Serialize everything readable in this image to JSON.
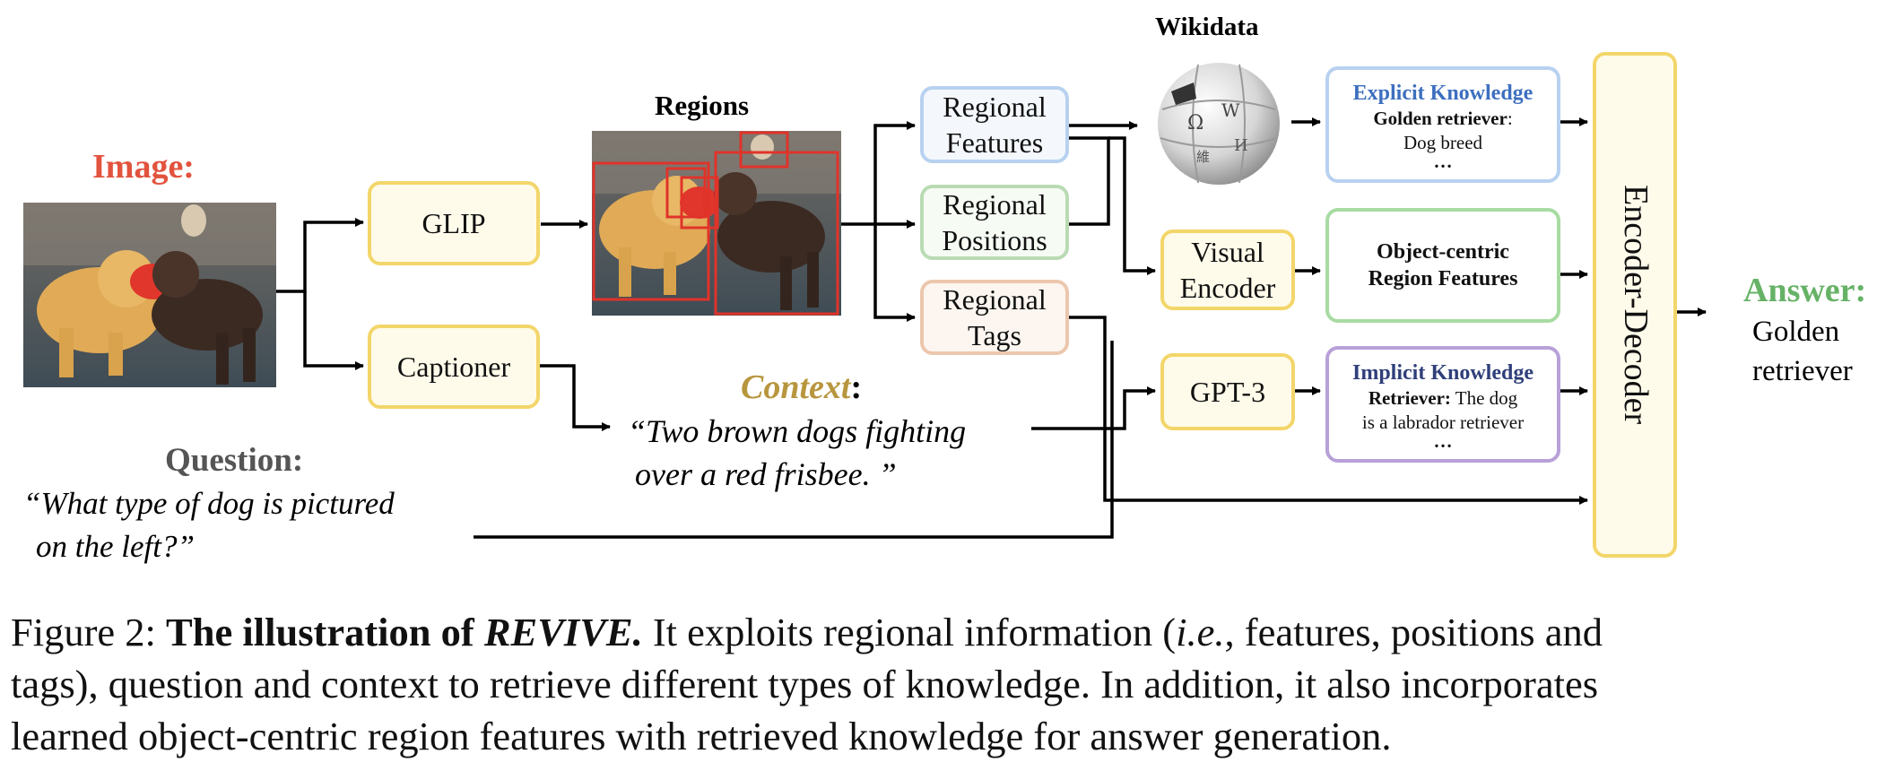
{
  "labels": {
    "image": "Image:",
    "regions": "Regions",
    "wikidata": "Wikidata",
    "question": "Question:",
    "question_text_1": "“What type of dog is pictured",
    "question_text_2": "on the left?”",
    "context": "Context",
    "context_colon": ":",
    "context_text_1": "“Two brown dogs fighting",
    "context_text_2": "over a red frisbee. ”",
    "answer": "Answer:",
    "answer_text_1": "Golden",
    "answer_text_2": "retriever"
  },
  "boxes": {
    "glip": "GLIP",
    "captioner": "Captioner",
    "regional_features_1": "Regional",
    "regional_features_2": "Features",
    "regional_positions_1": "Regional",
    "regional_positions_2": "Positions",
    "regional_tags_1": "Regional",
    "regional_tags_2": "Tags",
    "visual_encoder_1": "Visual",
    "visual_encoder_2": "Encoder",
    "gpt3": "GPT-3",
    "encoder_decoder": "Encoder-Decoder"
  },
  "knowledge": {
    "explicit_title": "Explicit Knowledge",
    "explicit_bold": "Golden retriever",
    "explicit_colon": ":",
    "explicit_line2": "Dog breed",
    "explicit_dots": "…",
    "object_title_1": "Object-centric",
    "object_title_2": "Region Features",
    "implicit_title": "Implicit Knowledge",
    "implicit_bold": "Retriever:",
    "implicit_rest": " The dog",
    "implicit_line2": "is a labrador retriever",
    "implicit_dots": "…"
  },
  "caption": {
    "prefix": "Figure 2: ",
    "bold_1": "The illustration of ",
    "bold_italic": "REVIVE.",
    "text_1": " It exploits regional information (",
    "ie": "i.e.",
    "text_2": ", features, positions and",
    "line_2": "tags), question and context to retrieve different types of knowledge. In addition, it also incorporates",
    "line_3": "learned object-centric region features with retrieved knowledge for answer generation."
  },
  "colors": {
    "image_label": "#e2533e",
    "question_label": "#555555",
    "context_label": "#b8963e",
    "answer_label": "#66b266",
    "explicit_title": "#3d6fbf",
    "implicit_title": "#2f3f7a",
    "region_box": "#e0332a"
  },
  "icons": {
    "wikidata_logo": "wikipedia-globe-icon"
  }
}
